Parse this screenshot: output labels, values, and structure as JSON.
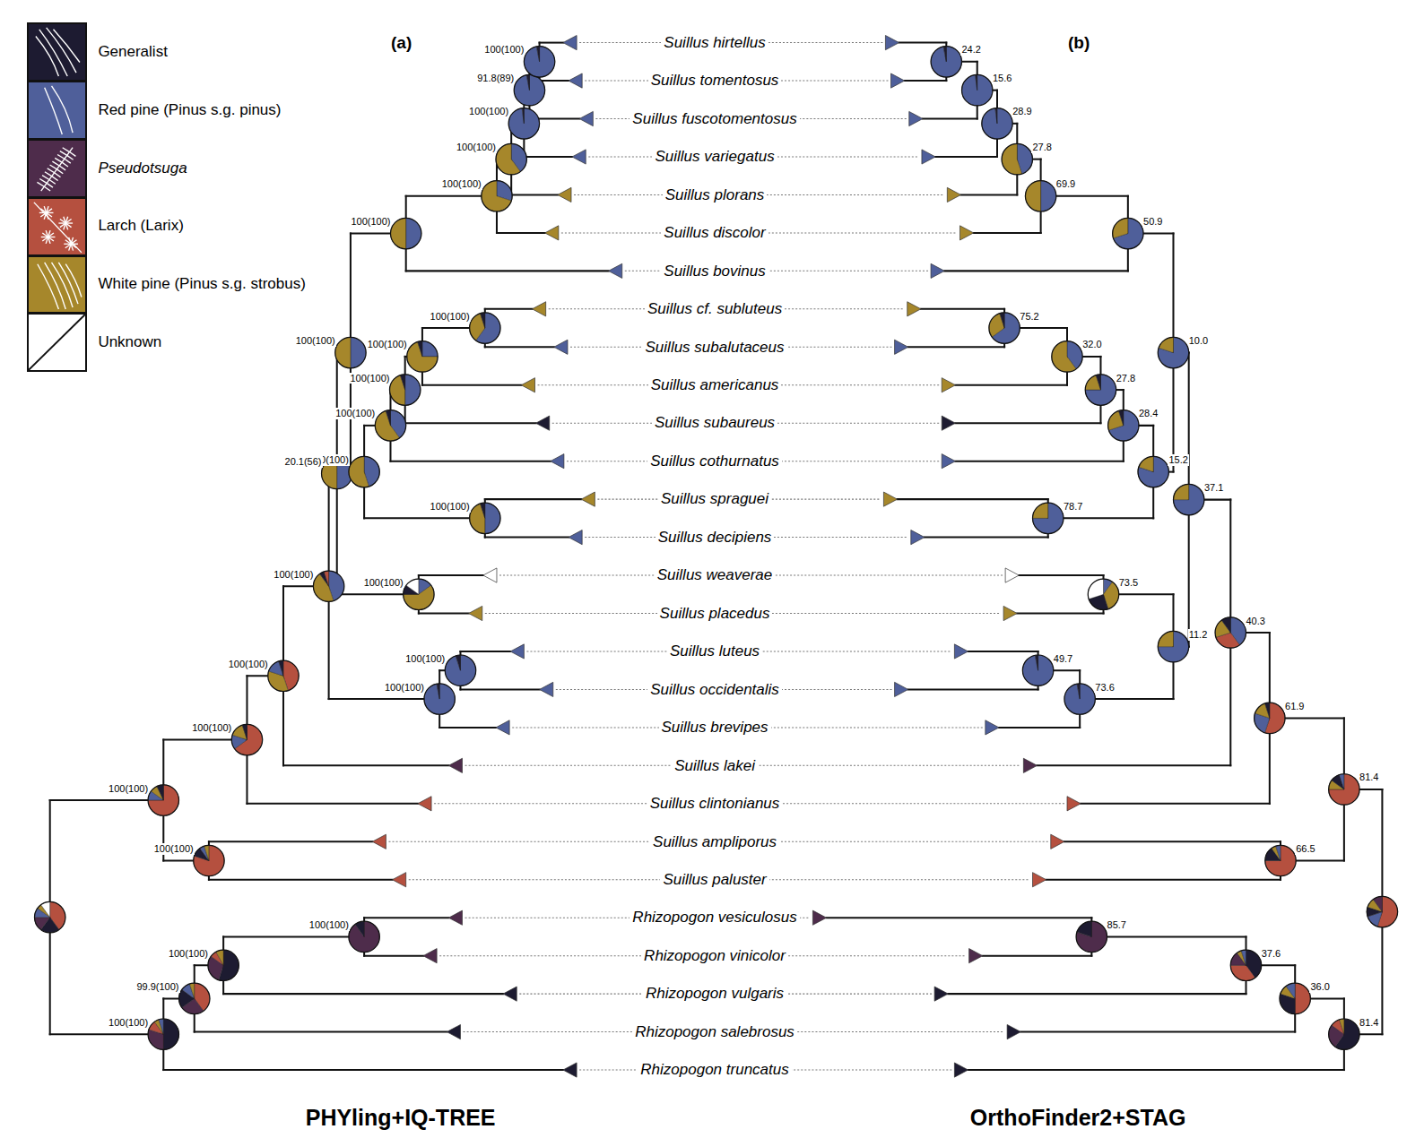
{
  "diagram": {
    "labels": [
      "(a)",
      "(b)",
      "Suillus hirtellus",
      "Suillus tomentosus",
      "Suillus fuscotomentosus",
      "Suillus variegatus",
      "Suillus plorans",
      "Suillus discolor",
      "Suillus bovinus",
      "Suillus cf. subluteus",
      "Suillus subalutaceus",
      "Suillus americanus",
      "Suillus subaureus",
      "Suillus cothurnatus",
      "Suillus spraguei",
      "Suillus decipiens",
      "Suillus weaverae",
      "Suillus placedus",
      "Suillus luteus",
      "Suillus occidentalis",
      "Suillus brevipes",
      "Suillus lakei",
      "Suillus clintonianus",
      "Suillus ampliporus",
      "Suillus paluster",
      "Rhizopogon vesiculosus",
      "Rhizopogon vinicolor",
      "Rhizopogon vulgaris",
      "Rhizopogon salebrosus",
      "Rhizopogon truncatus",
      "100(100)",
      "91.8(89)",
      "100(100)",
      "100(100)",
      "100(100)",
      "100(100)",
      "100(100)",
      "100(100)",
      "100(100)",
      "100(100)",
      "100(100)",
      "100(100)",
      "100(100)",
      "20.1(56)",
      "100(100)",
      "100(100)",
      "100(100)",
      "100(100)",
      "100(100)",
      "100(100)",
      "100(100)",
      "100(100)",
      "100(100)",
      "100(100)",
      "99.9(100)",
      "100(100)",
      "24.2",
      "15.6",
      "28.9",
      "27.8",
      "69.9",
      "50.9",
      "75.2",
      "32.0",
      "27.8",
      "28.4",
      "78.7",
      "15.2",
      "10.0",
      "73.5",
      "49.7",
      "73.6",
      "11.2",
      "37.1",
      "40.3",
      "61.9",
      "66.5",
      "81.4",
      "85.7",
      "37.6",
      "36.0",
      "81.4",
      "PHYling+IQ-TREE",
      "OrthoFinder2+STAG"
    ],
    "legend": [
      {
        "text": "Generalist",
        "color": "#1d1b31"
      },
      {
        "text": "Red pine (Pinus s.g. pinus)",
        "color": "#4f5f9a"
      },
      {
        "text": "Pseudotsuga",
        "color": "#4e2c4b"
      },
      {
        "text": "Larch (Larix)",
        "color": "#b5503f"
      },
      {
        "text": "White pine (Pinus s.g. strobus)",
        "color": "#a6872b"
      },
      {
        "text": "Unknown",
        "color": "#ffffff"
      }
    ]
  }
}
